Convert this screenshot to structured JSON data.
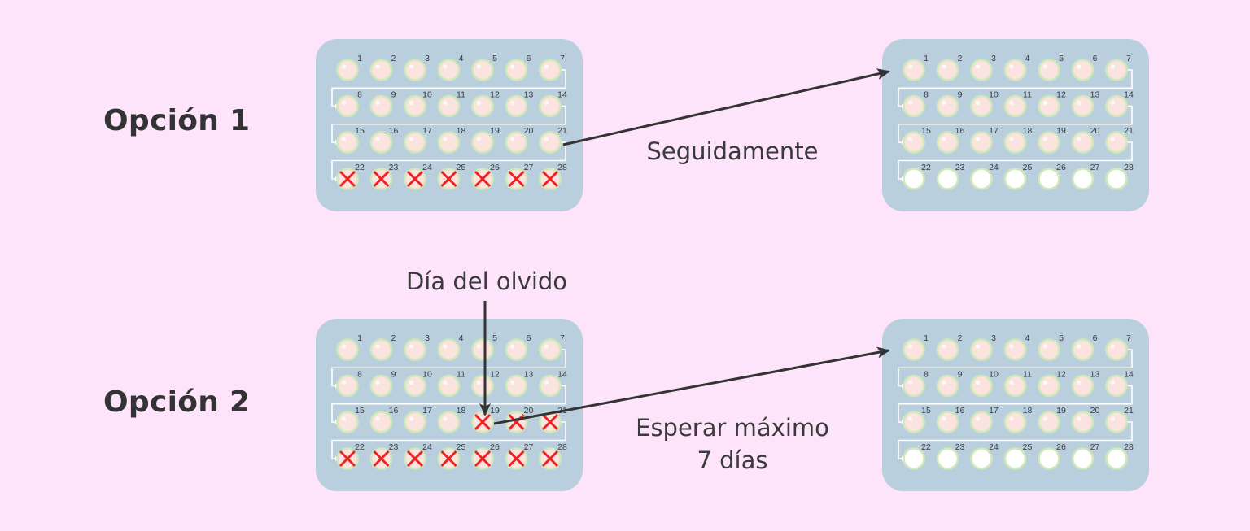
{
  "colors": {
    "background": "#fde4fb",
    "panel": "#bacfde",
    "pill_fill": "#fbe3df",
    "pill_ring": "#cfe9b8",
    "empty_pill_fill": "#ffffff",
    "cross": "#ee2222",
    "arrow": "#333335",
    "track": "#ffffff",
    "number_text": "#3a3a3c"
  },
  "options": [
    {
      "label": "Opción 1",
      "caption": "Seguidamente",
      "missed_label": null,
      "blister_current": {
        "days": [
          1,
          2,
          3,
          4,
          5,
          6,
          7,
          8,
          9,
          10,
          11,
          12,
          13,
          14,
          15,
          16,
          17,
          18,
          19,
          20,
          21,
          22,
          23,
          24,
          25,
          26,
          27,
          28
        ],
        "crossed_days": [
          22,
          23,
          24,
          25,
          26,
          27,
          28
        ],
        "empty_days": []
      },
      "blister_next": {
        "days": [
          1,
          2,
          3,
          4,
          5,
          6,
          7,
          8,
          9,
          10,
          11,
          12,
          13,
          14,
          15,
          16,
          17,
          18,
          19,
          20,
          21,
          22,
          23,
          24,
          25,
          26,
          27,
          28
        ],
        "crossed_days": [],
        "empty_days": [
          22,
          23,
          24,
          25,
          26,
          27,
          28
        ]
      }
    },
    {
      "label": "Opción 2",
      "caption_line1": "Esperar máximo",
      "caption_line2": "7 días",
      "missed_label": "Día del olvido",
      "missed_day": 19,
      "blister_current": {
        "days": [
          1,
          2,
          3,
          4,
          5,
          6,
          7,
          8,
          9,
          10,
          11,
          12,
          13,
          14,
          15,
          16,
          17,
          18,
          19,
          20,
          21,
          22,
          23,
          24,
          25,
          26,
          27,
          28
        ],
        "crossed_days": [
          19,
          20,
          21,
          22,
          23,
          24,
          25,
          26,
          27,
          28
        ],
        "empty_days": []
      },
      "blister_next": {
        "days": [
          1,
          2,
          3,
          4,
          5,
          6,
          7,
          8,
          9,
          10,
          11,
          12,
          13,
          14,
          15,
          16,
          17,
          18,
          19,
          20,
          21,
          22,
          23,
          24,
          25,
          26,
          27,
          28
        ],
        "crossed_days": [],
        "empty_days": [
          22,
          23,
          24,
          25,
          26,
          27,
          28
        ]
      }
    }
  ]
}
